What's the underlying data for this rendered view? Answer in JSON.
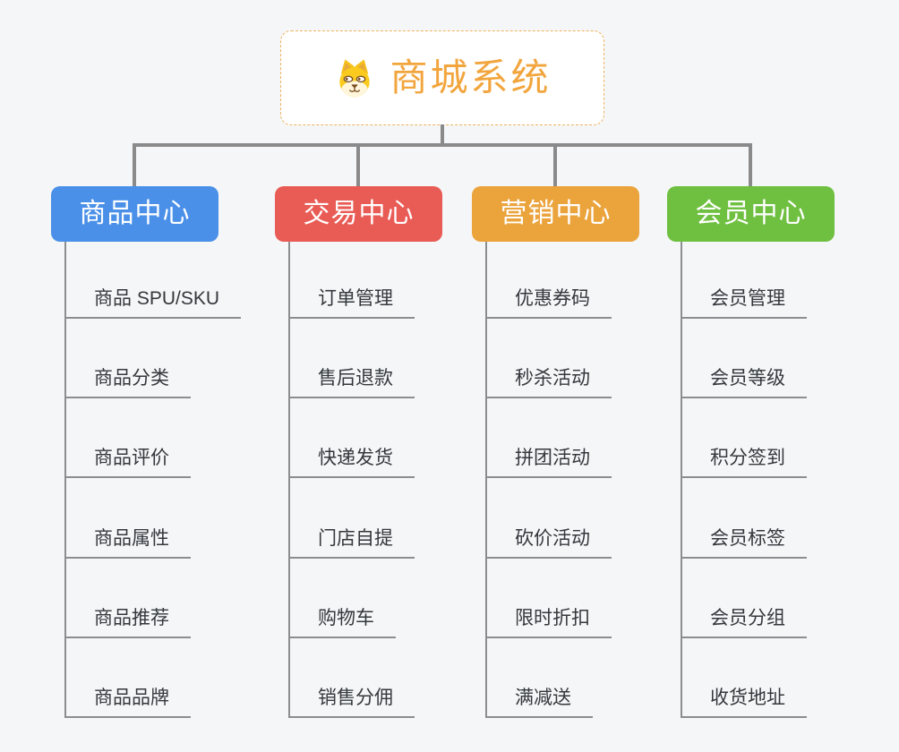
{
  "canvas": {
    "background": "#F5F6F7",
    "connector_color": "#8A8A8A"
  },
  "root": {
    "title": "商城系统",
    "icon": "shiba-dog-icon",
    "text_color": "#F2A53D",
    "border_color": "#EDB25F"
  },
  "branches": [
    {
      "label": "商品中心",
      "color": "#4A90E8",
      "items": [
        "商品 SPU/SKU",
        "商品分类",
        "商品评价",
        "商品属性",
        "商品推荐",
        "商品品牌"
      ]
    },
    {
      "label": "交易中心",
      "color": "#E95B55",
      "items": [
        "订单管理",
        "售后退款",
        "快递发货",
        "门店自提",
        "购物车",
        "销售分佣"
      ]
    },
    {
      "label": "营销中心",
      "color": "#EBA33C",
      "items": [
        "优惠券码",
        "秒杀活动",
        "拼团活动",
        "砍价活动",
        "限时折扣",
        "满减送"
      ]
    },
    {
      "label": "会员中心",
      "color": "#6FC041",
      "items": [
        "会员管理",
        "会员等级",
        "积分签到",
        "会员标签",
        "会员分组",
        "收货地址"
      ]
    }
  ]
}
